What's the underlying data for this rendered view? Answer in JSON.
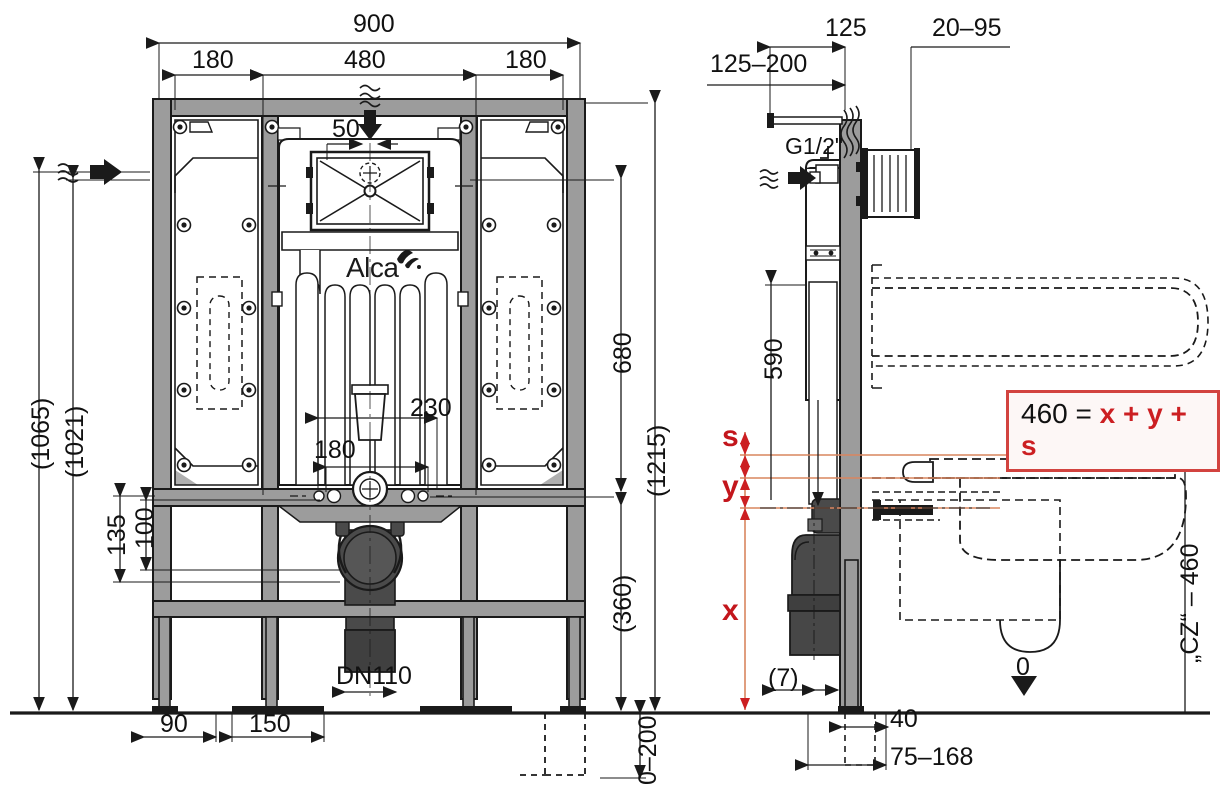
{
  "document": {
    "type": "technical-drawing",
    "subject": "Alca concealed cistern installation frame",
    "brand": "Alca"
  },
  "left_view": {
    "name": "front-elevation",
    "dimensions": {
      "overall_width": "900",
      "left_segment": "180",
      "center_segment": "480",
      "right_segment": "180",
      "flush_plate_offset": "50",
      "outlet_bend_upper": "230",
      "outlet_bend_lower": "180",
      "drain_label": "DN110",
      "height_total_bracket": "(1065)",
      "height_frame": "(1021)",
      "height_cistern_top": "680",
      "height_overall_right": "(1215)",
      "height_lower_zone": "(360)",
      "outlet_height_outer": "135",
      "outlet_height_inner": "100",
      "foot_left": "90",
      "foot_mid": "150",
      "floor_adjust": "0–200"
    }
  },
  "right_view": {
    "name": "side-section",
    "dimensions": {
      "wall_offset_top": "125",
      "plate_range": "20–95",
      "depth_range": "125–200",
      "water_connection": "G1/2\"",
      "valve_height": "590",
      "bend_offset": "(7)",
      "pipe_width": "40",
      "pipe_range": "75–168",
      "bowl_height_label": "„CZ“ – 460",
      "floor_zero": "0"
    },
    "variables": {
      "s": "s",
      "y": "y",
      "x": "x"
    },
    "formula": {
      "left": "460 =",
      "right": "x + y + s",
      "full": "460 = x + y + s",
      "box_color": "#d2433f",
      "text_color": "#cc1f22"
    }
  },
  "colors": {
    "line": "#1a1a1a",
    "frame_fill": "#9c9c9c",
    "dark_part": "#4a4a4a",
    "red": "#cc1f22",
    "red_thin": "#d9855f"
  }
}
